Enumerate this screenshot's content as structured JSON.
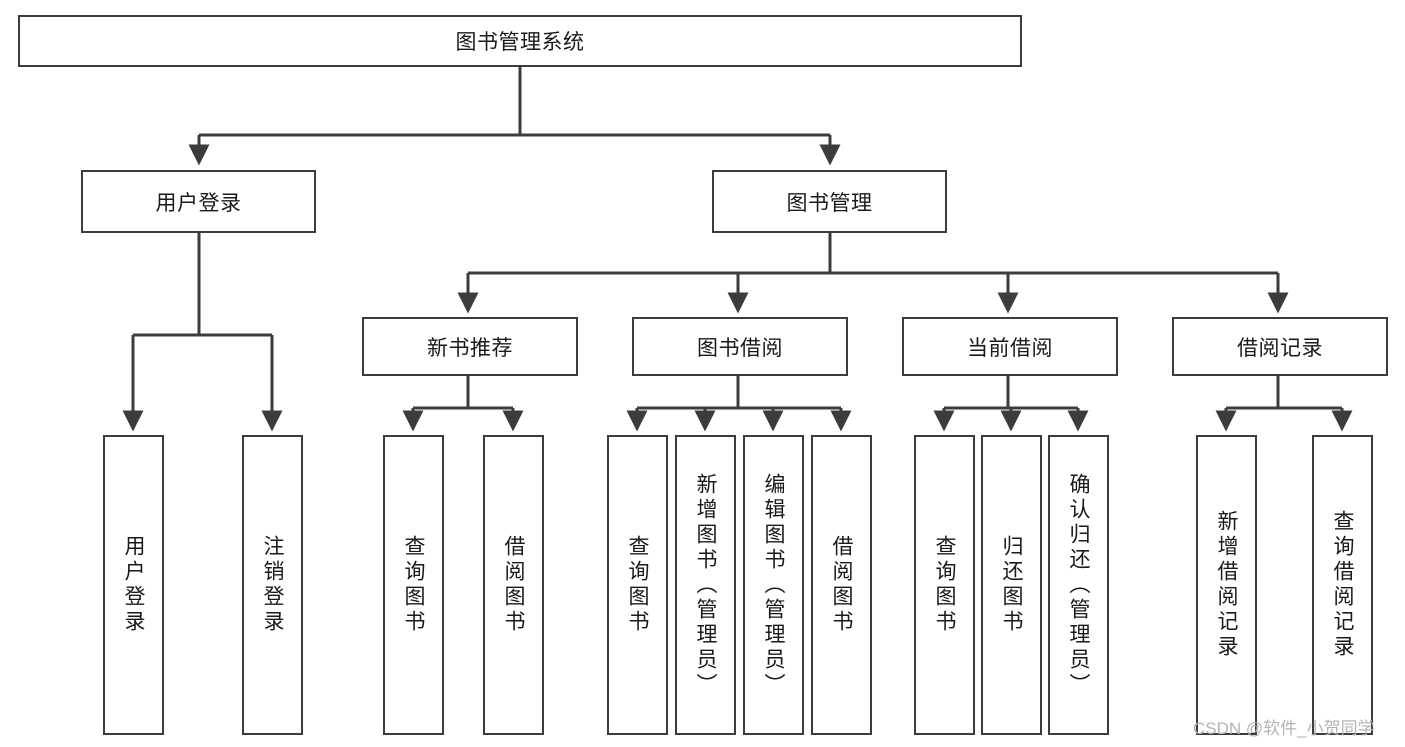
{
  "diagram": {
    "title": "图书管理系统",
    "type": "tree-hierarchy-chart",
    "watermark": "CSDN @软件_小贺同学",
    "colors": {
      "box_border": "#3c3c3c",
      "box_fill": "#ffffff",
      "edge": "#3c3c3c",
      "text": "#1a1a1a",
      "watermark": "#b4b4b4"
    },
    "root": {
      "label": "图书管理系统"
    },
    "level2": [
      {
        "label": "用户登录"
      },
      {
        "label": "图书管理"
      }
    ],
    "level3": [
      {
        "label": "新书推荐"
      },
      {
        "label": "图书借阅"
      },
      {
        "label": "当前借阅"
      },
      {
        "label": "借阅记录"
      }
    ],
    "leaves": {
      "user_login": [
        {
          "label": "用户登录"
        },
        {
          "label": "注销登录"
        }
      ],
      "new_book_recommend": [
        {
          "label": "查询图书"
        },
        {
          "label": "借阅图书"
        }
      ],
      "book_borrow": [
        {
          "label": "查询图书"
        },
        {
          "label": "新增图书（管理员）"
        },
        {
          "label": "编辑图书（管理员）"
        },
        {
          "label": "借阅图书"
        }
      ],
      "current_borrow": [
        {
          "label": "查询图书"
        },
        {
          "label": "归还图书"
        },
        {
          "label": "确认归还（管理员）"
        }
      ],
      "borrow_record": [
        {
          "label": "新增借阅记录"
        },
        {
          "label": "查询借阅记录"
        }
      ]
    }
  }
}
